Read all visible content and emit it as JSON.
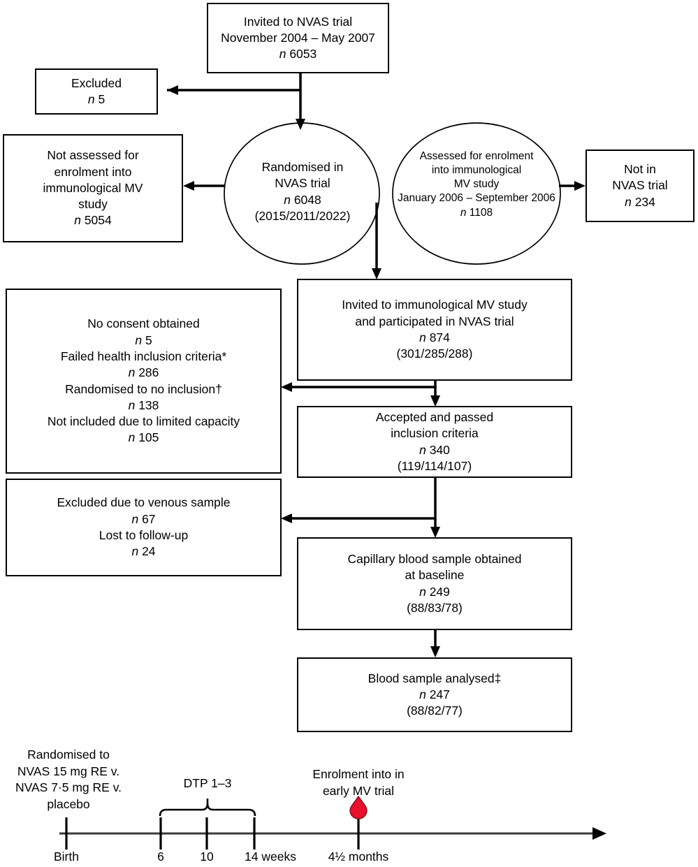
{
  "figure": {
    "type": "flowchart-consort",
    "title": "NVAS trial and immunological MV study participant flow"
  },
  "nodes": {
    "invited_trial": {
      "lines": [
        "Invited to NVAS trial",
        "November 2004 – May 2007"
      ],
      "n_label": "n",
      "n_value": "6053"
    },
    "excluded": {
      "lines": [
        "Excluded"
      ],
      "n_label": "n",
      "n_value": "5"
    },
    "not_assessed": {
      "lines": [
        "Not assessed for",
        "enrolment into",
        "immunological MV",
        "study"
      ],
      "n_label": "n",
      "n_value": "5054"
    },
    "randomised_ellipse": {
      "lines": [
        "Randomised in",
        "NVAS trial"
      ],
      "n_label": "n",
      "n_value": "6048",
      "breakdown": "(2015/2011/2022)"
    },
    "assessed_ellipse": {
      "lines": [
        "Assessed for enrolment",
        "into immunological",
        "MV study",
        "January 2006 – September 2006"
      ],
      "n_label": "n",
      "n_value": "1108"
    },
    "not_in_trial": {
      "lines": [
        "Not in",
        "NVAS trial"
      ],
      "n_label": "n",
      "n_value": "234"
    },
    "invited_mv": {
      "lines": [
        "Invited to immunological MV study",
        "and participated in NVAS trial"
      ],
      "n_label": "n",
      "n_value": "874",
      "breakdown": "(301/285/288)"
    },
    "exclusions_box": {
      "items": [
        {
          "reason": "No consent obtained",
          "n_label": "n",
          "n_value": "5"
        },
        {
          "reason": "Failed health inclusion criteria*",
          "n_label": "n",
          "n_value": "286"
        },
        {
          "reason": "Randomised to no inclusion†",
          "n_label": "n",
          "n_value": "138"
        },
        {
          "reason": "Not included due to limited capacity",
          "n_label": "n",
          "n_value": "105"
        }
      ]
    },
    "accepted": {
      "lines": [
        "Accepted and passed",
        "inclusion criteria"
      ],
      "n_label": "n",
      "n_value": "340",
      "breakdown": "(119/114/107)"
    },
    "excluded_venous": {
      "items": [
        {
          "reason": "Excluded due to venous sample",
          "n_label": "n",
          "n_value": "67"
        },
        {
          "reason": "Lost to follow-up",
          "n_label": "n",
          "n_value": "24"
        }
      ]
    },
    "capillary": {
      "lines": [
        "Capillary blood sample obtained",
        "at baseline"
      ],
      "n_label": "n",
      "n_value": "249",
      "breakdown": "(88/83/78)"
    },
    "analysed": {
      "lines": [
        "Blood sample analysed‡"
      ],
      "n_label": "n",
      "n_value": "247",
      "breakdown": "(88/82/77)"
    }
  },
  "timeline": {
    "randomisation_note": [
      "Randomised to",
      "NVAS 15 mg RE v.",
      "NVAS 7·5 mg RE v.",
      "placebo"
    ],
    "dtp_label": "DTP 1–3",
    "enrolment_label": [
      "Enrolment into in",
      "early MV trial"
    ],
    "ticks": [
      {
        "label": "Birth"
      },
      {
        "label": "6"
      },
      {
        "label": "10"
      },
      {
        "label": "14 weeks"
      },
      {
        "label": "4½ months"
      }
    ],
    "marker_color": "#E8102A",
    "marker_name": "blood-drop-marker"
  }
}
